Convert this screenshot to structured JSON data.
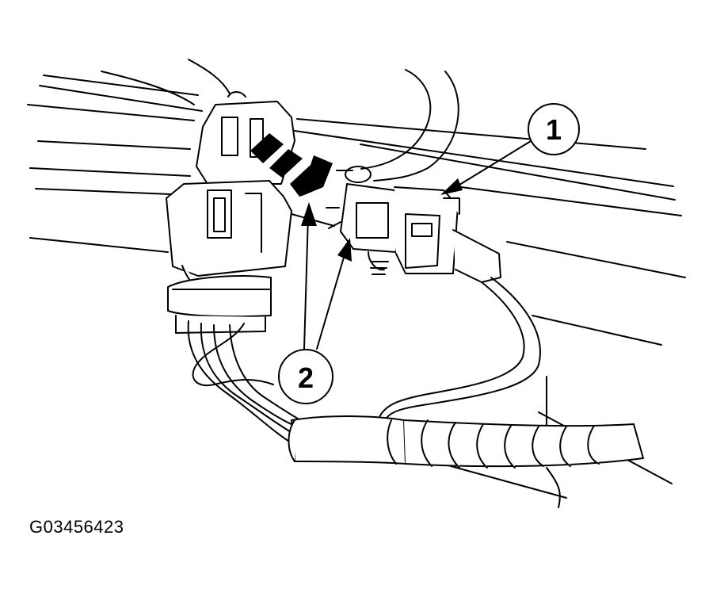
{
  "figure_id": "G03456423",
  "callouts": [
    {
      "label": "1"
    },
    {
      "label": "2"
    }
  ],
  "colors": {
    "ink": "#000000",
    "paper": "#ffffff"
  }
}
